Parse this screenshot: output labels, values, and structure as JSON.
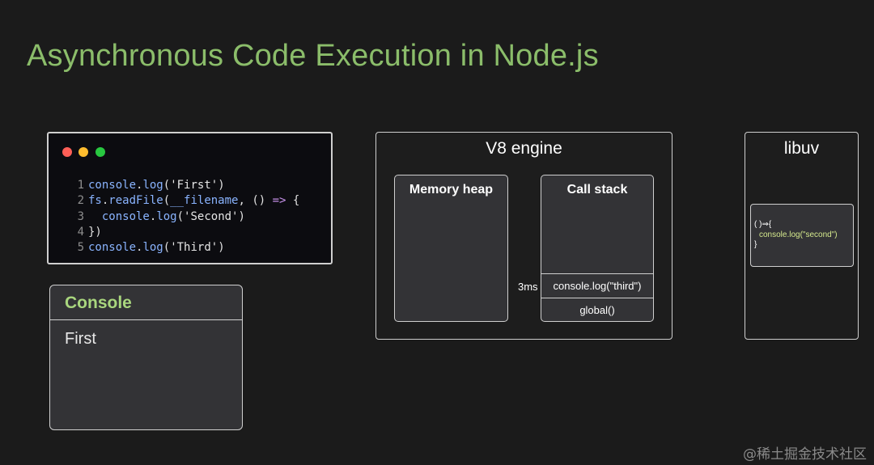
{
  "title": "Asynchronous Code Execution in Node.js",
  "editor": {
    "lines": [
      {
        "num": "1",
        "parts": [
          {
            "t": "console",
            "c": "fn"
          },
          {
            "t": ".",
            "c": ""
          },
          {
            "t": "log",
            "c": "fn"
          },
          {
            "t": "(",
            "c": ""
          },
          {
            "t": "'First'",
            "c": "str"
          },
          {
            "t": ")",
            "c": ""
          }
        ]
      },
      {
        "num": "2",
        "parts": [
          {
            "t": "fs",
            "c": "fn"
          },
          {
            "t": ".",
            "c": ""
          },
          {
            "t": "readFile",
            "c": "fn"
          },
          {
            "t": "(",
            "c": ""
          },
          {
            "t": "__filename",
            "c": "fn"
          },
          {
            "t": ", () ",
            "c": ""
          },
          {
            "t": "=>",
            "c": "kw"
          },
          {
            "t": " {",
            "c": ""
          }
        ]
      },
      {
        "num": "3",
        "parts": [
          {
            "t": "  ",
            "c": ""
          },
          {
            "t": "console",
            "c": "fn"
          },
          {
            "t": ".",
            "c": ""
          },
          {
            "t": "log",
            "c": "fn"
          },
          {
            "t": "(",
            "c": ""
          },
          {
            "t": "'Second'",
            "c": "str"
          },
          {
            "t": ")",
            "c": ""
          }
        ]
      },
      {
        "num": "4",
        "parts": [
          {
            "t": "})",
            "c": ""
          }
        ]
      },
      {
        "num": "5",
        "parts": [
          {
            "t": "console",
            "c": "fn"
          },
          {
            "t": ".",
            "c": ""
          },
          {
            "t": "log",
            "c": "fn"
          },
          {
            "t": "(",
            "c": ""
          },
          {
            "t": "'Third'",
            "c": "str"
          },
          {
            "t": ")",
            "c": ""
          }
        ]
      }
    ]
  },
  "console": {
    "label": "Console",
    "output": "First"
  },
  "v8": {
    "label": "V8 engine",
    "memory_heap": "Memory heap",
    "call_stack": {
      "label": "Call stack",
      "frames": [
        "console.log(\"third\")",
        "global()"
      ]
    },
    "timing": "3ms"
  },
  "libuv": {
    "label": "libuv",
    "callback": {
      "line1": "( )⇒{",
      "line2": "console.log(\"second\")",
      "line3": "}"
    }
  },
  "watermark": "@稀土掘金技术社区"
}
